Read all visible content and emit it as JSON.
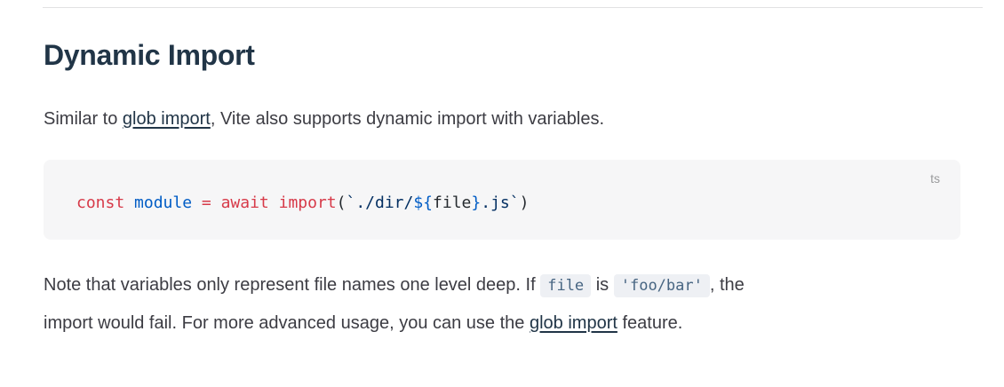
{
  "page": {
    "heading": "Dynamic Import"
  },
  "intro": {
    "segments": [
      {
        "type": "text",
        "text": "Similar to "
      },
      {
        "type": "link",
        "text": "glob import"
      },
      {
        "type": "text",
        "text": ", Vite also supports dynamic import with variables."
      }
    ]
  },
  "code_block": {
    "lang": "ts",
    "tokens": [
      {
        "text": "const ",
        "color": "#d73a49"
      },
      {
        "text": "module ",
        "color": "#005cc5"
      },
      {
        "text": "= ",
        "color": "#d73a49"
      },
      {
        "text": "await ",
        "color": "#d73a49"
      },
      {
        "text": "import",
        "color": "#d73a49"
      },
      {
        "text": "(",
        "color": "#24292e"
      },
      {
        "text": "`./dir/",
        "color": "#032f62"
      },
      {
        "text": "${",
        "color": "#005cc5"
      },
      {
        "text": "file",
        "color": "#24292e"
      },
      {
        "text": "}",
        "color": "#005cc5"
      },
      {
        "text": ".js`",
        "color": "#032f62"
      },
      {
        "text": ")",
        "color": "#24292e"
      }
    ]
  },
  "note": {
    "segments": [
      {
        "type": "text",
        "text": "Note that variables only represent file names one level deep. If "
      },
      {
        "type": "code",
        "text": "file"
      },
      {
        "type": "text",
        "text": " is "
      },
      {
        "type": "code",
        "text": "'foo/bar'"
      },
      {
        "type": "text",
        "text": ", the"
      },
      {
        "type": "br"
      },
      {
        "type": "text",
        "text": "import would fail. For more advanced usage, you can use the "
      },
      {
        "type": "link",
        "text": "glob import"
      },
      {
        "type": "text",
        "text": " feature."
      }
    ]
  },
  "colors": {
    "heading_text": "#213547",
    "body_text": "#3c3c43",
    "link": "#213547",
    "divider": "#e2e2e3",
    "code_block_bg": "#f6f6f7",
    "code_lang_label": "#9a9b9d",
    "inline_code_bg": "#eef0f4",
    "inline_code_text": "#476582"
  }
}
